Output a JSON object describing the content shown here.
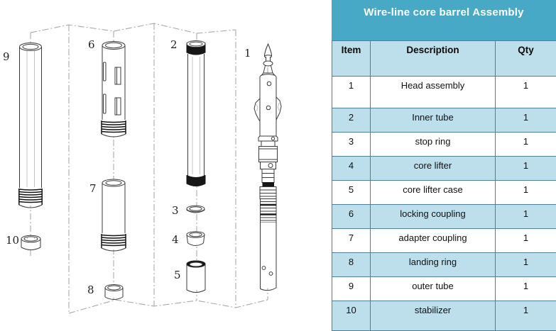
{
  "panel_title": "Wire-line core barrel Assembly",
  "table": {
    "columns": [
      "Item",
      "Description",
      "Qty"
    ],
    "rows": [
      {
        "item": "1",
        "description": "Head assembly",
        "qty": "1"
      },
      {
        "item": "2",
        "description": "Inner tube",
        "qty": "1"
      },
      {
        "item": "3",
        "description": "stop ring",
        "qty": "1"
      },
      {
        "item": "4",
        "description": "core lifter",
        "qty": "1"
      },
      {
        "item": "5",
        "description": "core lifter case",
        "qty": "1"
      },
      {
        "item": "6",
        "description": "locking coupling",
        "qty": "1"
      },
      {
        "item": "7",
        "description": "adapter coupling",
        "qty": "1"
      },
      {
        "item": "8",
        "description": "landing ring",
        "qty": "1"
      },
      {
        "item": "9",
        "description": "outer tube",
        "qty": "1"
      },
      {
        "item": "10",
        "description": "stabilizer",
        "qty": "1"
      }
    ]
  },
  "diagram": {
    "labels": [
      "9",
      "6",
      "10",
      "7",
      "8",
      "2",
      "3",
      "4",
      "5",
      "1"
    ]
  },
  "colors": {
    "header_teal": "#48a9c6",
    "row_alt_blue": "#bcdfeb",
    "table_border": "#4e8096",
    "line_art": "#3b3b3b"
  }
}
